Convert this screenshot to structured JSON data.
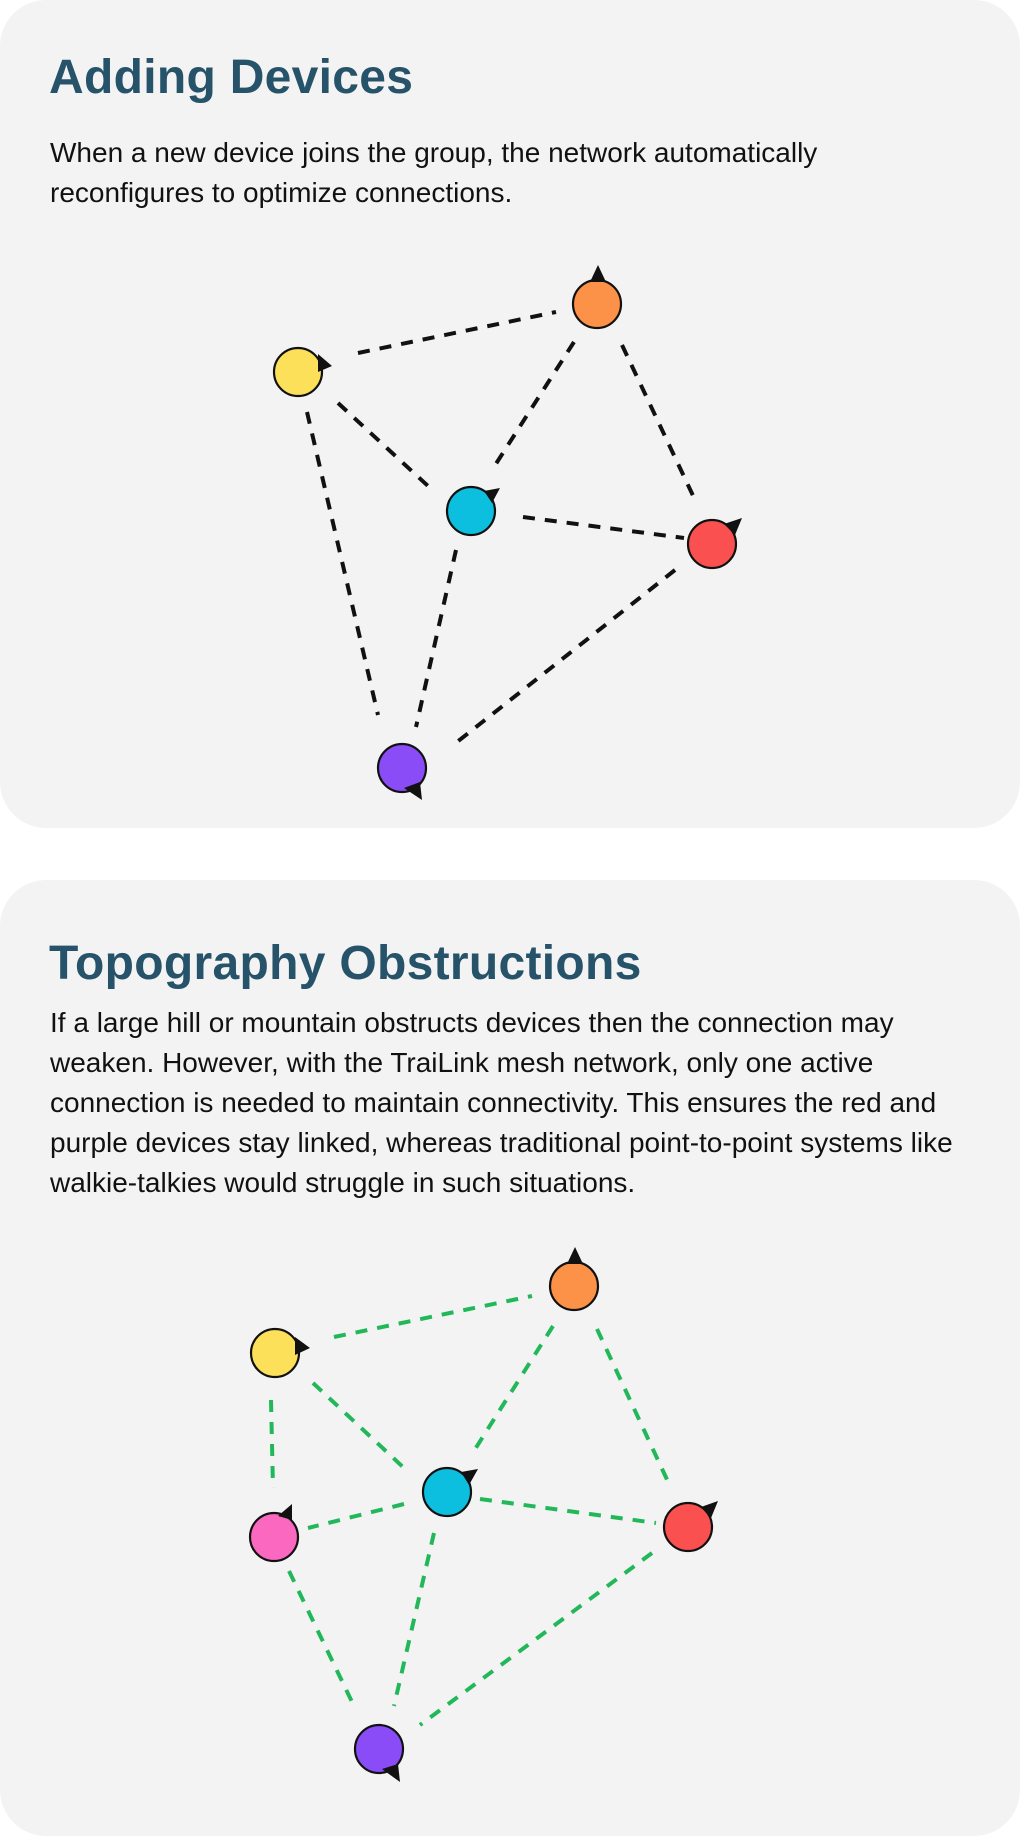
{
  "sections": [
    {
      "title": "Adding Devices",
      "description": "When a new device joins the group, the network automatically reconfigures to optimize connections."
    },
    {
      "title": "Topography Obstructions",
      "description": "If a large hill or mountain obstructs devices then the connection may weaken. However, with the TraiLink mesh network, only one active connection is needed to maintain connectivity. This ensures the red and purple devices stay linked, whereas traditional point-to-point systems like walkie-talkies would struggle in such situations."
    }
  ],
  "colors": {
    "title": "#26536a",
    "card_background": "#f3f3f3",
    "link_default": "#111111",
    "link_active": "#22b85a",
    "yellow": "#fde05a",
    "orange": "#fc9148",
    "cyan": "#0cbfde",
    "red": "#fa5050",
    "purple": "#8a4cf6",
    "pink": "#fb68c0"
  },
  "devices": [
    "yellow",
    "orange",
    "cyan",
    "red",
    "purple",
    "pink"
  ]
}
